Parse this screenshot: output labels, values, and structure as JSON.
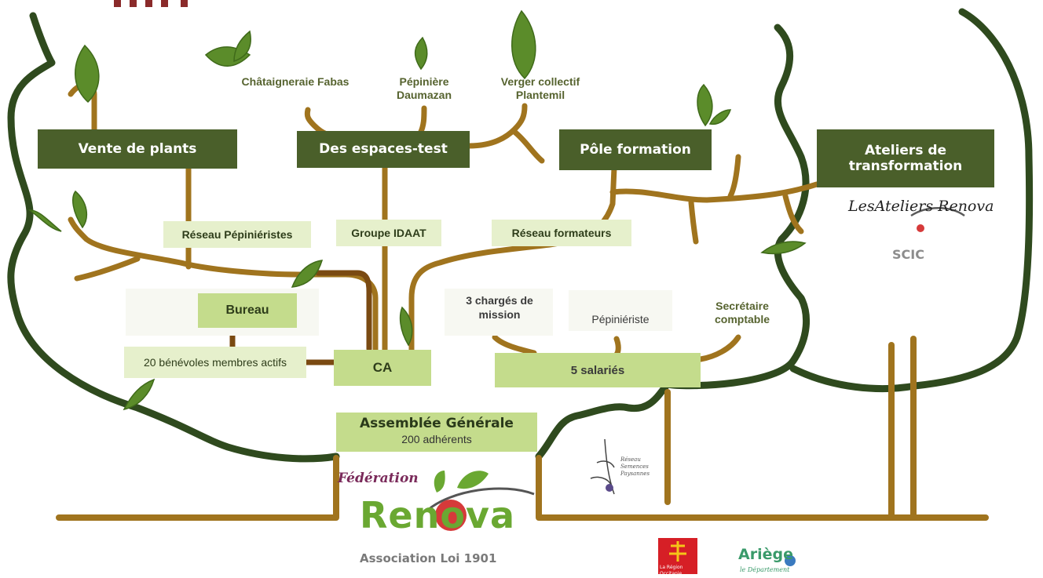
{
  "top_boxes": {
    "vente": "Vente de plants",
    "espaces": "Des espaces-test",
    "formation": "Pôle formation",
    "ateliers": "Ateliers de transformation"
  },
  "sites": {
    "chataigneraie": "Châtaigneraie Fabas",
    "pepiniere": "Pépinière Daumazan",
    "verger": "Verger collectif Plantemil"
  },
  "networks": {
    "pepinieristes": "Réseau Pépiniéristes",
    "idaat": "Groupe IDAAT",
    "formateurs": "Réseau formateurs"
  },
  "governance": {
    "bureau": "Bureau",
    "benevoles": "20 bénévoles membres actifs",
    "ca": "CA",
    "ag_title": "Assemblée Générale",
    "ag_members": "200 adhérents"
  },
  "staff": {
    "charges": "3 chargés de mission",
    "pepinieriste": "Pépiniériste",
    "secretaire": "Secrétaire comptable",
    "salaries": "5 salariés"
  },
  "logos": {
    "ateliers_logo": "LesAteliers Renova",
    "scic": "SCIC",
    "federation": "Fédération",
    "renova": "Renova",
    "association": "Association Loi 1901",
    "reseau_semences": "Réseau Semences Paysannes",
    "occitanie": "La Région Occitanie",
    "ariege": "Ariège",
    "ariege_sub": "le Département"
  },
  "colors": {
    "dark_green": "#2f4a1e",
    "branch_brown": "#a0741e",
    "box_dark": "#4a5f2a",
    "box_light": "#c4dc8c",
    "leaf": "#5b8c2a",
    "renova_red": "#d63a3a"
  }
}
